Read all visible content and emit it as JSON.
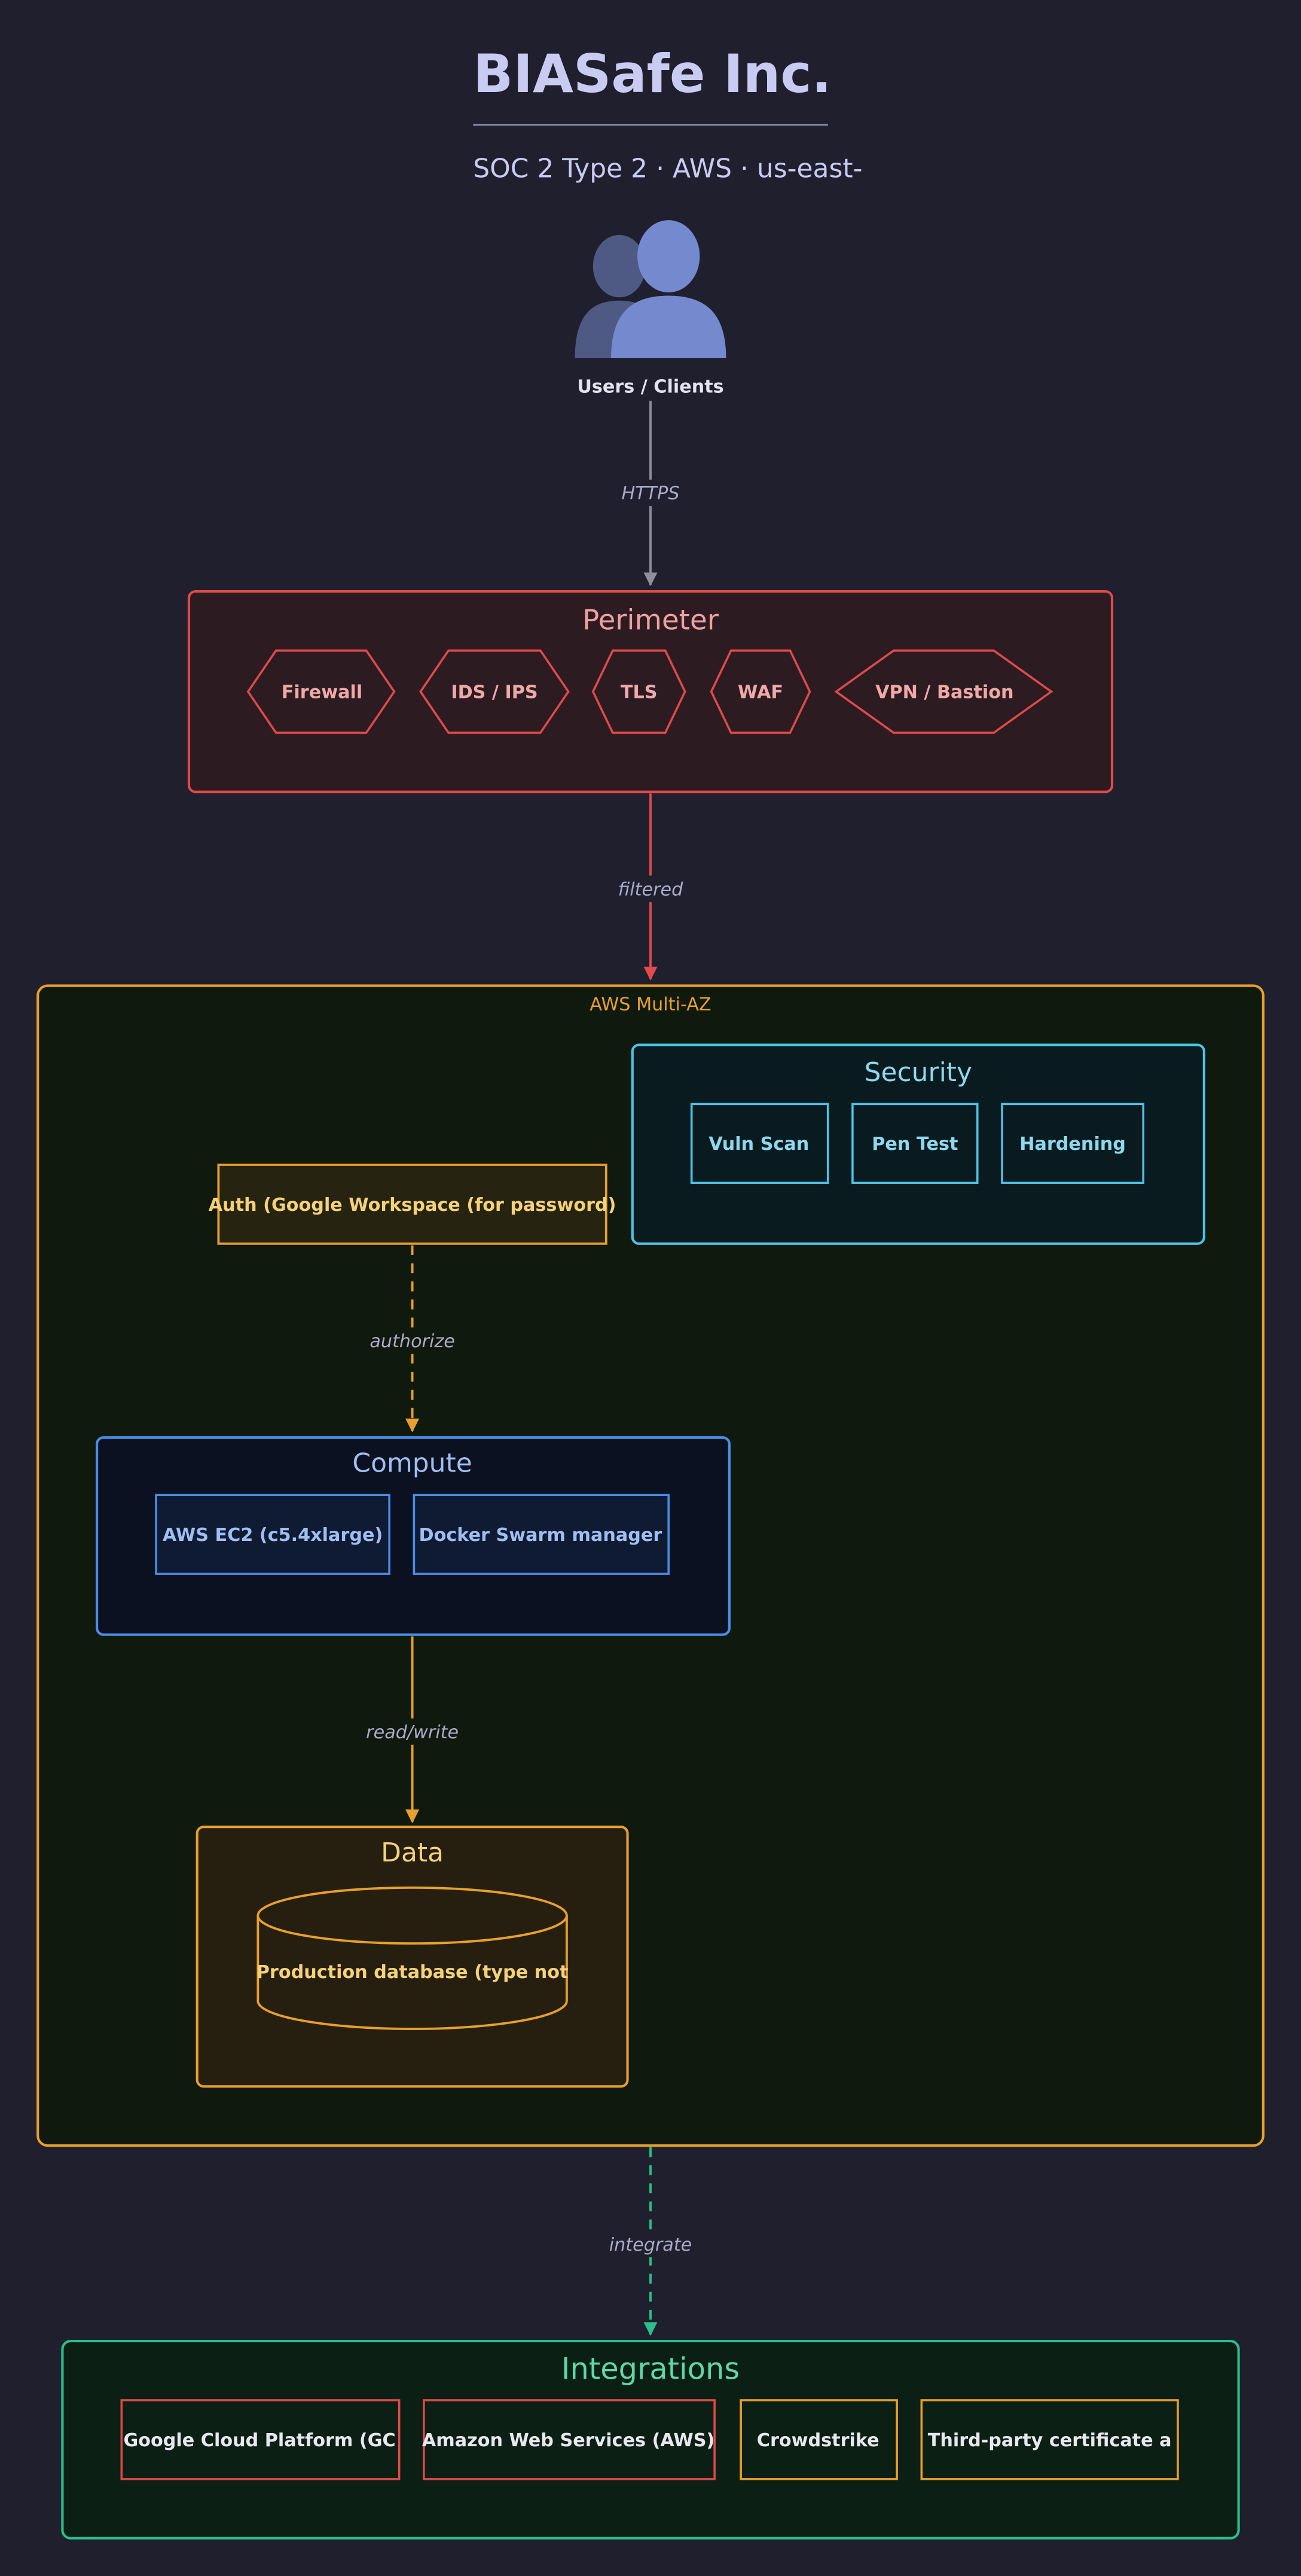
{
  "header": {
    "title": "BIASafe Inc.",
    "subtitle": "SOC 2 Type 2 · AWS · us-east-"
  },
  "users": {
    "label": "Users / Clients",
    "icon": "users-icon"
  },
  "edges": {
    "https": "HTTPS",
    "filtered": "filtered",
    "authorize": "authorize",
    "read_write": "read/write",
    "integrate": "integrate"
  },
  "perimeter": {
    "title": "Perimeter",
    "items": [
      "Firewall",
      "IDS / IPS",
      "TLS",
      "WAF",
      "VPN / Bastion"
    ]
  },
  "aws": {
    "label": "AWS Multi-AZ",
    "security": {
      "title": "Security",
      "items": [
        "Vuln Scan",
        "Pen Test",
        "Hardening"
      ]
    },
    "auth": {
      "label": "Auth (Google Workspace (for password)"
    },
    "compute": {
      "title": "Compute",
      "items": [
        "AWS EC2 (c5.4xlarge)",
        "Docker Swarm manager"
      ]
    },
    "data": {
      "title": "Data",
      "db_label": "Production database (type not"
    }
  },
  "integrations": {
    "title": "Integrations",
    "items": [
      "Google Cloud Platform (GC",
      "Amazon Web Services (AWS)",
      "Crowdstrike",
      "Third-party certificate a"
    ]
  },
  "colors": {
    "background": "#1f1f2e",
    "title_text": "#c9cbf2",
    "perimeter": "#e04a4a",
    "perimeter_fill": "#2c1c22",
    "aws_border": "#e8a02c",
    "aws_fill": "#0f190d",
    "security": "#4ec3e6",
    "security_fill": "#0a1b20",
    "compute": "#4a8fe6",
    "compute_fill": "#0b1120",
    "data_fill": "#261f10",
    "integrations": "#2bbf8a",
    "integrations_fill": "#0b1f14",
    "edge_gray": "#8e8e9c"
  }
}
